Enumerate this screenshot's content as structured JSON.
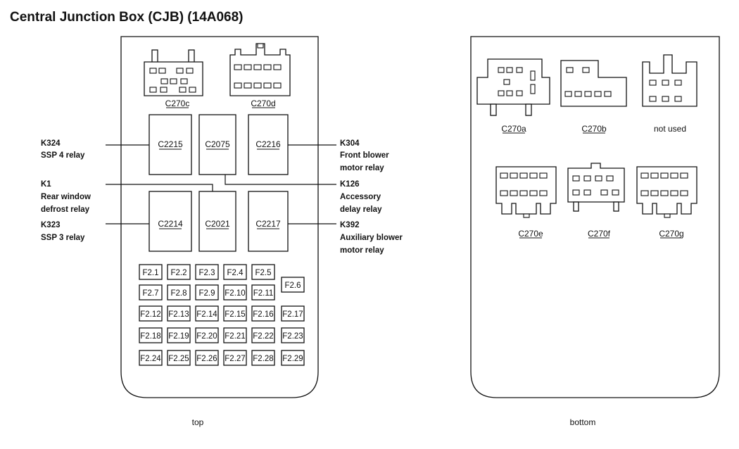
{
  "title": "Central Junction Box (CJB) (14A068)",
  "views": {
    "top": "top",
    "bottom": "bottom"
  },
  "top_connectors": {
    "c270c": "C270c",
    "c270d": "C270d"
  },
  "relays": {
    "c2215": "C2215",
    "c2075": "C2075",
    "c2216": "C2216",
    "c2214": "C2214",
    "c2021": "C2021",
    "c2217": "C2217"
  },
  "callouts": {
    "k324": {
      "id": "K324",
      "desc": [
        "SSP 4 relay"
      ]
    },
    "k1": {
      "id": "K1",
      "desc": [
        "Rear window",
        "defrost relay"
      ]
    },
    "k323": {
      "id": "K323",
      "desc": [
        "SSP 3 relay"
      ]
    },
    "k304": {
      "id": "K304",
      "desc": [
        "Front blower",
        "motor relay"
      ]
    },
    "k126": {
      "id": "K126",
      "desc": [
        "Accessory",
        "delay relay"
      ]
    },
    "k392": {
      "id": "K392",
      "desc": [
        "Auxiliary blower",
        "motor relay"
      ]
    }
  },
  "fuses": [
    [
      "F2.1",
      "F2.2",
      "F2.3",
      "F2.4",
      "F2.5",
      "F2.6"
    ],
    [
      "F2.7",
      "F2.8",
      "F2.9",
      "F2.10",
      "F2.11"
    ],
    [
      "F2.12",
      "F2.13",
      "F2.14",
      "F2.15",
      "F2.16",
      "F2.17"
    ],
    [
      "F2.18",
      "F2.19",
      "F2.20",
      "F2.21",
      "F2.22",
      "F2.23"
    ],
    [
      "F2.24",
      "F2.25",
      "F2.26",
      "F2.27",
      "F2.28",
      "F2.29"
    ]
  ],
  "bottom_connectors": {
    "c270a": "C270a",
    "c270b": "C270b",
    "not_used": "not used",
    "c270e": "C270e",
    "c270f": "C270f",
    "c270g": "C270g"
  }
}
